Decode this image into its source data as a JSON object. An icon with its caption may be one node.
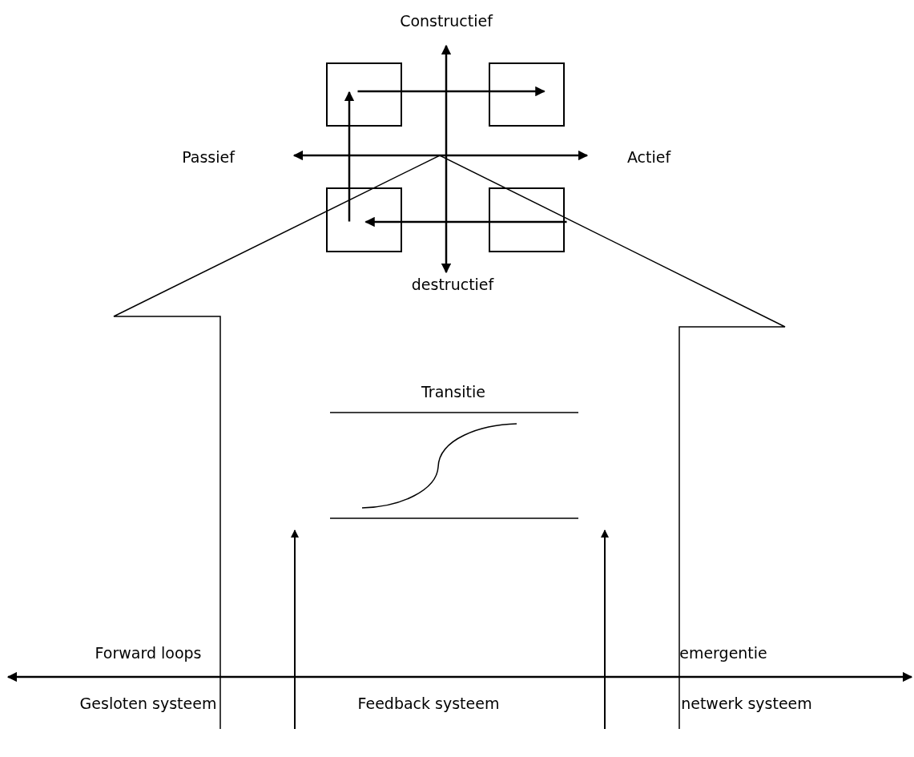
{
  "diagram": {
    "nodes": [
      {
        "text": [],
        "shape": "box"
      },
      {
        "text": [],
        "shape": "box"
      },
      {
        "text": [],
        "shape": "box"
      },
      {
        "text": [],
        "shape": "box"
      }
    ],
    "edges": [
      {
        "from": 3,
        "to": 2,
        "arrow": "to"
      },
      {
        "from": 2,
        "to": 0,
        "arrow": "to"
      },
      {
        "from": 0,
        "to": 1,
        "arrow": "to"
      }
    ],
    "labels": [
      "Constructief",
      "Passief",
      "Actief",
      "destructief",
      "Transitie",
      "Forward loops",
      "emergentie",
      "Gesloten systeem",
      "Feedback systeem",
      "netwerk systeem"
    ]
  }
}
